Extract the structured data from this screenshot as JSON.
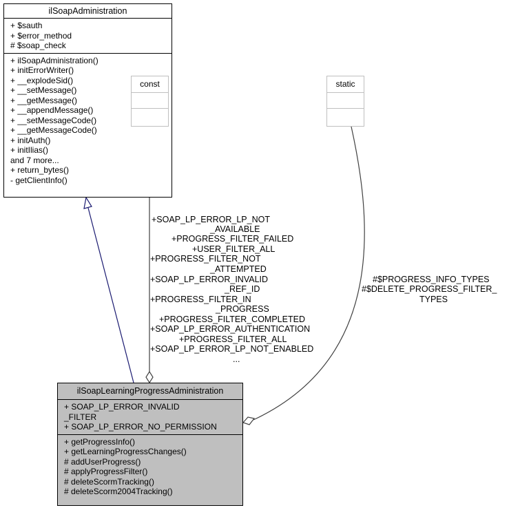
{
  "base_class": {
    "name": "ilSoapAdministration",
    "attributes": [
      "+ $sauth",
      "+ $error_method",
      "# $soap_check"
    ],
    "methods": [
      "+ ilSoapAdministration()",
      "+ initErrorWriter()",
      "+ __explodeSid()",
      "+ __setMessage()",
      "+ __getMessage()",
      "+ __appendMessage()",
      "+ __setMessageCode()",
      "+ __getMessageCode()",
      "+ initAuth()",
      "+ initIlias()",
      "and 7 more...",
      "+ return_bytes()",
      "- getClientInfo()"
    ]
  },
  "const_box": {
    "name": "const"
  },
  "static_box": {
    "name": "static"
  },
  "main_class": {
    "name": "ilSoapLearningProgressAdministration",
    "attributes": [
      "+ SOAP_LP_ERROR_INVALID",
      "_FILTER",
      "+ SOAP_LP_ERROR_NO_PERMISSION"
    ],
    "methods": [
      "+ getProgressInfo()",
      "+ getLearningProgressChanges()",
      "# addUserProgress()",
      "# applyProgressFilter()",
      "# deleteScormTracking()",
      "# deleteScorm2004Tracking()"
    ]
  },
  "const_edge_labels": [
    "+SOAP_LP_ERROR_LP_NOT",
    "_AVAILABLE",
    "+PROGRESS_FILTER_FAILED",
    "+USER_FILTER_ALL",
    "+PROGRESS_FILTER_NOT",
    "_ATTEMPTED",
    "+SOAP_LP_ERROR_INVALID",
    "_REF_ID",
    "+PROGRESS_FILTER_IN",
    "_PROGRESS",
    "+PROGRESS_FILTER_COMPLETED",
    "+SOAP_LP_ERROR_AUTHENTICATION",
    "+PROGRESS_FILTER_ALL",
    "+SOAP_LP_ERROR_LP_NOT_ENABLED",
    "..."
  ],
  "static_edge_labels": [
    "#$PROGRESS_INFO_TYPES",
    "#$DELETE_PROGRESS_FILTER_",
    "TYPES"
  ],
  "colors": {
    "main_fill": "#bfbfbf",
    "inherit_edge": "#191970",
    "usage_edge": "#404040",
    "muted_border": "#bfbfbf"
  }
}
